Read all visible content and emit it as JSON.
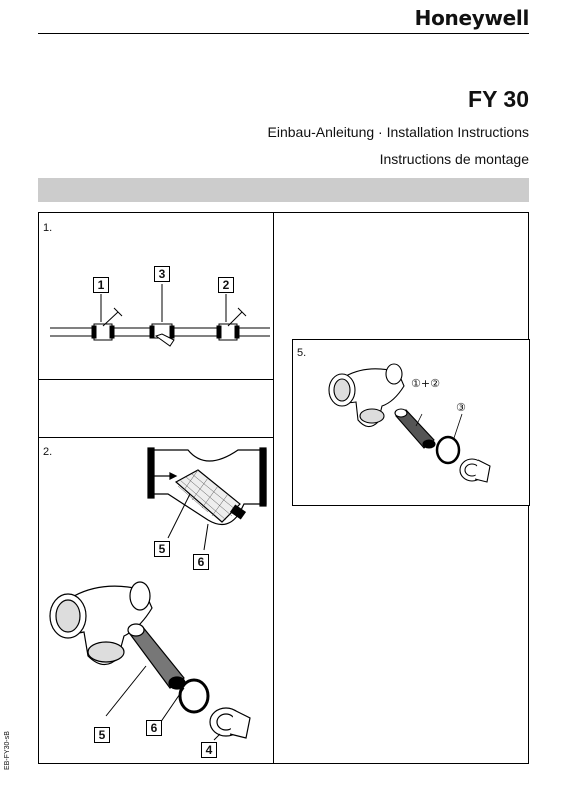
{
  "header": {
    "brand": "Honeywell",
    "model": "FY 30",
    "subtitle_line1": "Einbau-Anleitung · Installation Instructions",
    "subtitle_line2": "Instructions de montage"
  },
  "panels": {
    "p1": {
      "step": "1.",
      "callouts": [
        "1",
        "3",
        "2"
      ]
    },
    "p2": {
      "step": "2.",
      "callouts_top": [
        "5",
        "6"
      ],
      "callouts_bottom": [
        "5",
        "6",
        "4"
      ]
    },
    "p5": {
      "step": "5.",
      "label_a": "①+②",
      "label_b": "③"
    }
  },
  "footer": {
    "doc_code": "EB-FY30-sB"
  },
  "colors": {
    "band": "#cccccc",
    "ink": "#000000"
  },
  "icons": [
    "pipeline-valve-icon",
    "strainer-section-icon",
    "strainer-exploded-icon"
  ]
}
